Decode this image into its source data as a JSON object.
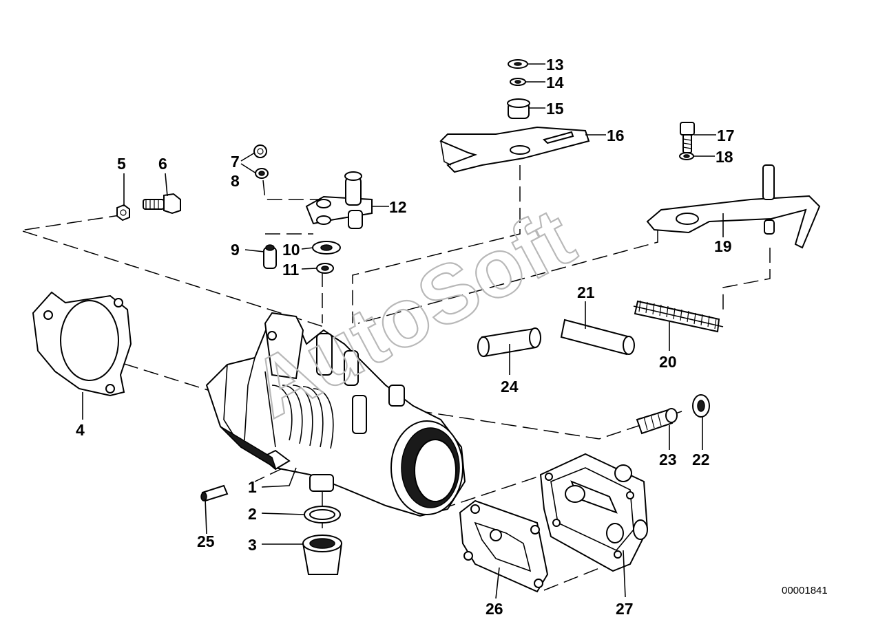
{
  "diagram": {
    "callouts": [
      {
        "num": "1"
      },
      {
        "num": "2"
      },
      {
        "num": "3"
      },
      {
        "num": "4"
      },
      {
        "num": "5"
      },
      {
        "num": "6"
      },
      {
        "num": "7"
      },
      {
        "num": "8"
      },
      {
        "num": "9"
      },
      {
        "num": "10"
      },
      {
        "num": "11"
      },
      {
        "num": "12"
      },
      {
        "num": "13"
      },
      {
        "num": "14"
      },
      {
        "num": "15"
      },
      {
        "num": "16"
      },
      {
        "num": "17"
      },
      {
        "num": "18"
      },
      {
        "num": "19"
      },
      {
        "num": "20"
      },
      {
        "num": "21"
      },
      {
        "num": "22"
      },
      {
        "num": "23"
      },
      {
        "num": "24"
      },
      {
        "num": "25"
      },
      {
        "num": "26"
      },
      {
        "num": "27"
      }
    ],
    "watermark": "AutoSoft",
    "reference_number": "00001841"
  }
}
